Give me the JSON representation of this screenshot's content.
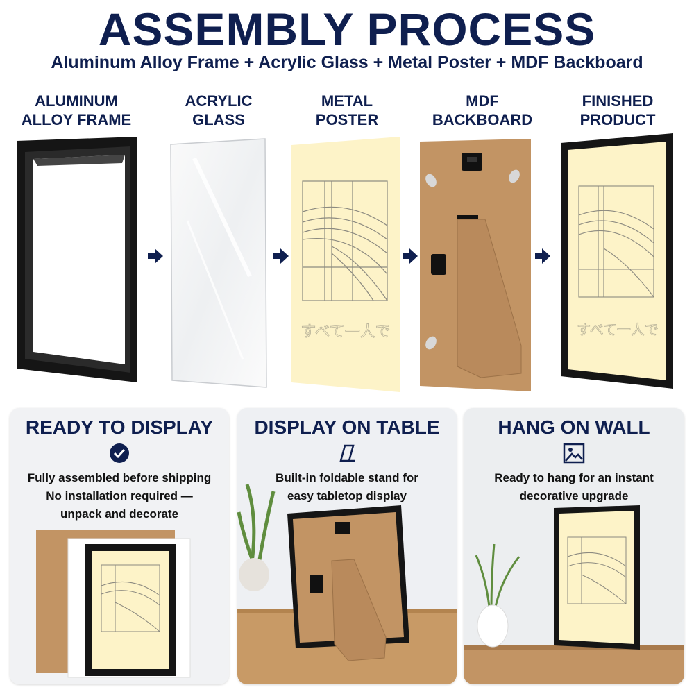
{
  "header": {
    "title": "ASSEMBLY PROCESS",
    "subtitle": "Aluminum Alloy Frame + Acrylic Glass + Metal Poster + MDF Backboard"
  },
  "steps": [
    {
      "line1": "ALUMINUM",
      "line2": "ALLOY FRAME"
    },
    {
      "line1": "ACRYLIC",
      "line2": "GLASS"
    },
    {
      "line1": "METAL",
      "line2": "POSTER"
    },
    {
      "line1": "MDF",
      "line2": "BACKBOARD"
    },
    {
      "line1": "FINISHED",
      "line2": "PRODUCT"
    }
  ],
  "poster_caption": "すべて一人で",
  "cards": [
    {
      "title": "READY TO DISPLAY",
      "icon": "check-circle-icon",
      "lines": [
        "Fully assembled before shipping",
        "No installation required —",
        "unpack and decorate"
      ]
    },
    {
      "title": "DISPLAY ON TABLE",
      "icon": "easel-stand-icon",
      "lines": [
        "Built-in foldable stand for",
        "easy tabletop display"
      ]
    },
    {
      "title": "HANG ON WALL",
      "icon": "picture-icon",
      "lines": [
        "Ready to hang for an instant",
        "decorative upgrade"
      ]
    }
  ],
  "colors": {
    "navy": "#0f1f4f",
    "frame": "#151515",
    "poster": "#fdf3c8",
    "mdf": "#c29464",
    "card_bg": "#f4f5f7"
  }
}
